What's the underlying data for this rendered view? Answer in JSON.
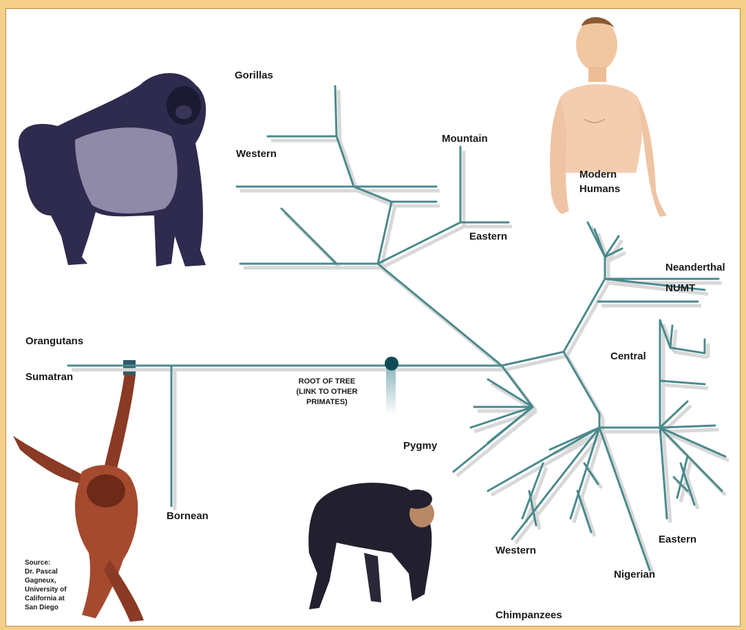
{
  "colors": {
    "background": "#f5cf8a",
    "branch": "#4a8a8c",
    "branch_shadow": "#d8d8d8",
    "root_dot": "#0e4d57"
  },
  "labels": {
    "gorillas": "Gorillas",
    "gorilla_western": "Western",
    "gorilla_mountain": "Mountain",
    "gorilla_eastern": "Eastern",
    "modern_humans_line1": "Modern",
    "modern_humans_line2": "Humans",
    "neanderthal": "Neanderthal",
    "numt": "NUMT",
    "orangutans": "Orangutans",
    "sumatran": "Sumatran",
    "bornean": "Bornean",
    "root_line1": "ROOT OF TREE",
    "root_line2": "(LINK TO OTHER",
    "root_line3": "PRIMATES)",
    "chimp_central": "Central",
    "chimp_pygmy": "Pygmy",
    "chimp_western": "Western",
    "chimp_nigerian": "Nigerian",
    "chimp_eastern": "Eastern",
    "chimpanzees": "Chimpanzees"
  },
  "source": {
    "line1": "Source:",
    "line2": "Dr. Pascal",
    "line3": "Gagneux,",
    "line4": "University of",
    "line5": "California at",
    "line6": "San Diego"
  },
  "illustrations": [
    "gorilla",
    "human",
    "orangutan",
    "chimpanzee"
  ]
}
